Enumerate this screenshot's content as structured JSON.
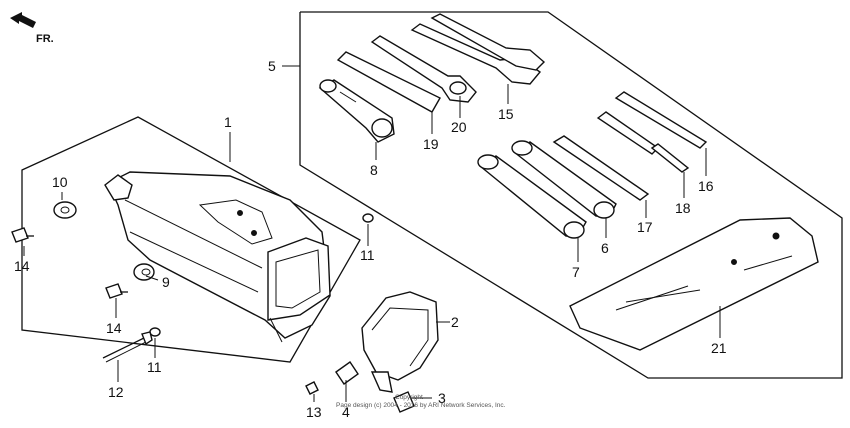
{
  "orientation": {
    "label": "FR."
  },
  "callouts": [
    {
      "id": "c1",
      "text": "1"
    },
    {
      "id": "c2",
      "text": "2"
    },
    {
      "id": "c3",
      "text": "3"
    },
    {
      "id": "c4",
      "text": "4"
    },
    {
      "id": "c5",
      "text": "5"
    },
    {
      "id": "c6",
      "text": "6"
    },
    {
      "id": "c7",
      "text": "7"
    },
    {
      "id": "c8",
      "text": "8"
    },
    {
      "id": "c9",
      "text": "9"
    },
    {
      "id": "c10",
      "text": "10"
    },
    {
      "id": "c11a",
      "text": "11"
    },
    {
      "id": "c11b",
      "text": "11"
    },
    {
      "id": "c12",
      "text": "12"
    },
    {
      "id": "c13",
      "text": "13"
    },
    {
      "id": "c14a",
      "text": "14"
    },
    {
      "id": "c14b",
      "text": "14"
    },
    {
      "id": "c15",
      "text": "15"
    },
    {
      "id": "c16",
      "text": "16"
    },
    {
      "id": "c17",
      "text": "17"
    },
    {
      "id": "c18",
      "text": "18"
    },
    {
      "id": "c19",
      "text": "19"
    },
    {
      "id": "c20",
      "text": "20"
    },
    {
      "id": "c21",
      "text": "21"
    }
  ],
  "copyright": {
    "line1": "Copyright",
    "line2": "Page design (c) 2004 - 2016 by ARI Network Services, Inc."
  }
}
